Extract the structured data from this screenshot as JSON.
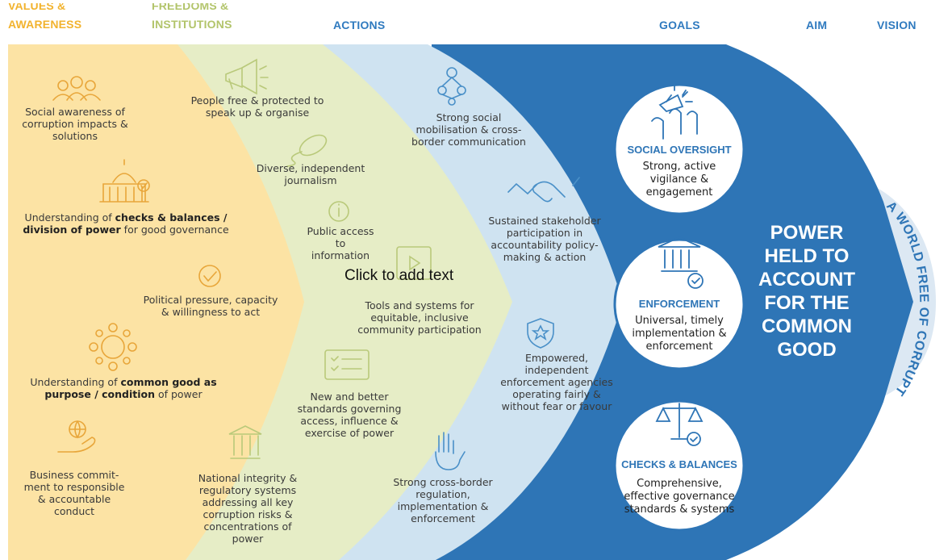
{
  "headers": {
    "values": [
      "VALUES &",
      "AWARENESS"
    ],
    "freedoms": [
      "FREEDOMS &",
      "INSTITUTIONS"
    ],
    "actions": "ACTIONS",
    "goals": "GOALS",
    "aim": "AIM",
    "vision": "VISION"
  },
  "values_items": [
    {
      "text": "Social awareness of corruption impacts & solutions"
    },
    {
      "pre": "Understanding of ",
      "bold": "checks & balances / division of power",
      "post": " for good governance"
    },
    {
      "text": "Political pressure, capacity & willingness to act"
    },
    {
      "pre": "Understanding of ",
      "bold": "common good as purpose / condition",
      "post": " of power"
    },
    {
      "text": "Business commit-ment to responsible & accountable conduct"
    }
  ],
  "freedoms_items": [
    "People free & protected to speak up & organise",
    "Diverse, independent journalism",
    "Public access to information",
    "Tools and systems for equitable, inclusive community participation",
    "New and better standards governing access, influence & exercise of power",
    "National integrity & regulatory systems addressing all key corruption risks & concentrations of power"
  ],
  "actions_items": [
    "Strong social mobilisation & cross-border communication",
    "Sustained stakeholder participation in accountability policy-making & action",
    "Empowered, independent enforcement agencies operating fairly & without fear or favour",
    "Strong cross-border regulation, implementation & enforcement"
  ],
  "goals": [
    {
      "title": "SOCIAL OVERSIGHT",
      "text": "Strong, active vigilance & engagement"
    },
    {
      "title": "ENFORCEMENT",
      "text": "Universal, timely implementation & enforcement"
    },
    {
      "title": "CHECKS & BALANCES",
      "text": "Comprehensive, effective governance standards & systems"
    }
  ],
  "aim": "POWER HELD TO ACCOUNT FOR THE COMMON GOOD",
  "vision": "A WORLD FREE OF CORRUPTION",
  "placeholder": "Click to add text",
  "colors": {
    "values_band": "#fce3a4",
    "freedoms_band": "#e6edc6",
    "actions_band": "#cfe3f1",
    "goals_band": "#2e75b6",
    "vision_band": "#dce8f3",
    "values_header": "#f2b32e",
    "freedoms_header": "#b2c46a",
    "blue_header": "#2f7abf"
  },
  "icons": {
    "values": [
      "people-group-icon",
      "capitol-building-icon",
      "checkmark-circle-icon",
      "round-table-icon",
      "hand-globe-icon"
    ],
    "freedoms": [
      "megaphone-icon",
      "microphone-icon",
      "info-icon",
      "play-screen-icon",
      "document-list-icon",
      "temple-icon"
    ],
    "actions": [
      "network-people-icon",
      "handshake-icon",
      "shield-star-icon",
      "raised-hand-icon"
    ],
    "goals": [
      "protest-fists-icon",
      "courthouse-check-icon",
      "scales-check-icon"
    ]
  }
}
